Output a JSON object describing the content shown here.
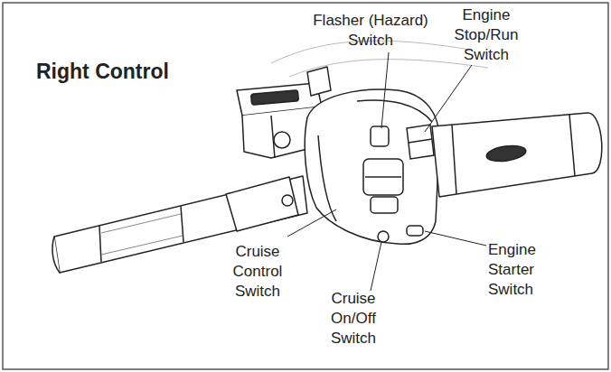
{
  "diagram": {
    "title": "Right Control",
    "labels": [
      "Flasher (Hazard) Switch",
      "Engine Stop/Run Switch",
      "Cruise Control Switch",
      "Cruise On/Off Switch",
      "Engine Starter Switch"
    ]
  }
}
